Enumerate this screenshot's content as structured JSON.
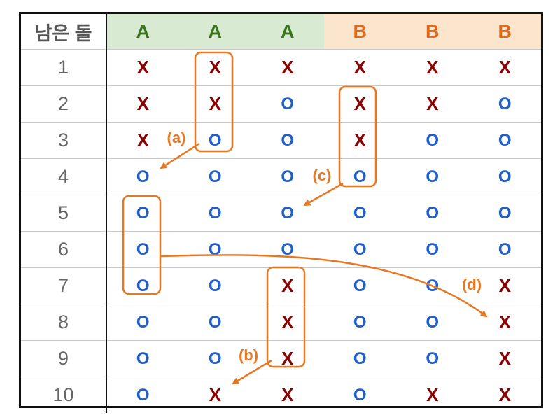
{
  "header": {
    "label": "남은 돌",
    "columns": [
      "A",
      "A",
      "A",
      "B",
      "B",
      "B"
    ]
  },
  "rows": [
    {
      "label": "1",
      "cells": [
        "X",
        "X",
        "X",
        "X",
        "X",
        "X"
      ]
    },
    {
      "label": "2",
      "cells": [
        "X",
        "X",
        "O",
        "X",
        "X",
        "O"
      ]
    },
    {
      "label": "3",
      "cells": [
        "X",
        "O",
        "O",
        "X",
        "O",
        "O"
      ]
    },
    {
      "label": "4",
      "cells": [
        "O",
        "O",
        "O",
        "O",
        "O",
        "O"
      ]
    },
    {
      "label": "5",
      "cells": [
        "O",
        "O",
        "O",
        "O",
        "O",
        "O"
      ]
    },
    {
      "label": "6",
      "cells": [
        "O",
        "O",
        "O",
        "O",
        "O",
        "O"
      ]
    },
    {
      "label": "7",
      "cells": [
        "O",
        "O",
        "X",
        "O",
        "O",
        "X"
      ]
    },
    {
      "label": "8",
      "cells": [
        "O",
        "O",
        "X",
        "O",
        "O",
        "X"
      ]
    },
    {
      "label": "9",
      "cells": [
        "O",
        "O",
        "X",
        "O",
        "O",
        "X"
      ]
    },
    {
      "label": "10",
      "cells": [
        "O",
        "X",
        "X",
        "O",
        "X",
        "X"
      ]
    }
  ],
  "annotations": {
    "a": "(a)",
    "b": "(b)",
    "c": "(c)",
    "d": "(d)"
  },
  "colors": {
    "x_mark": "#8b0000",
    "o_mark": "#1f5fcc",
    "annotation": "#e87722",
    "header_a_bg": "#d9ead3",
    "header_a_text": "#38761d",
    "header_b_bg": "#fce5cd",
    "header_b_text": "#e06a1b"
  }
}
